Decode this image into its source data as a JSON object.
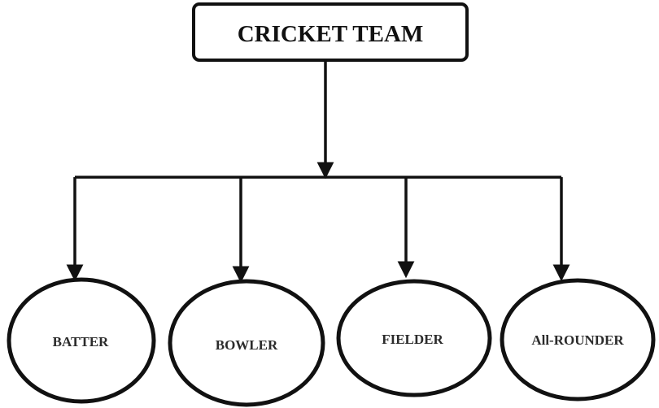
{
  "diagram": {
    "root": {
      "label": "CRICKET TEAM"
    },
    "children": [
      {
        "label": "BATTER"
      },
      {
        "label": "BOWLER"
      },
      {
        "label": "FIELDER"
      },
      {
        "label": "All-ROUNDER"
      }
    ]
  }
}
